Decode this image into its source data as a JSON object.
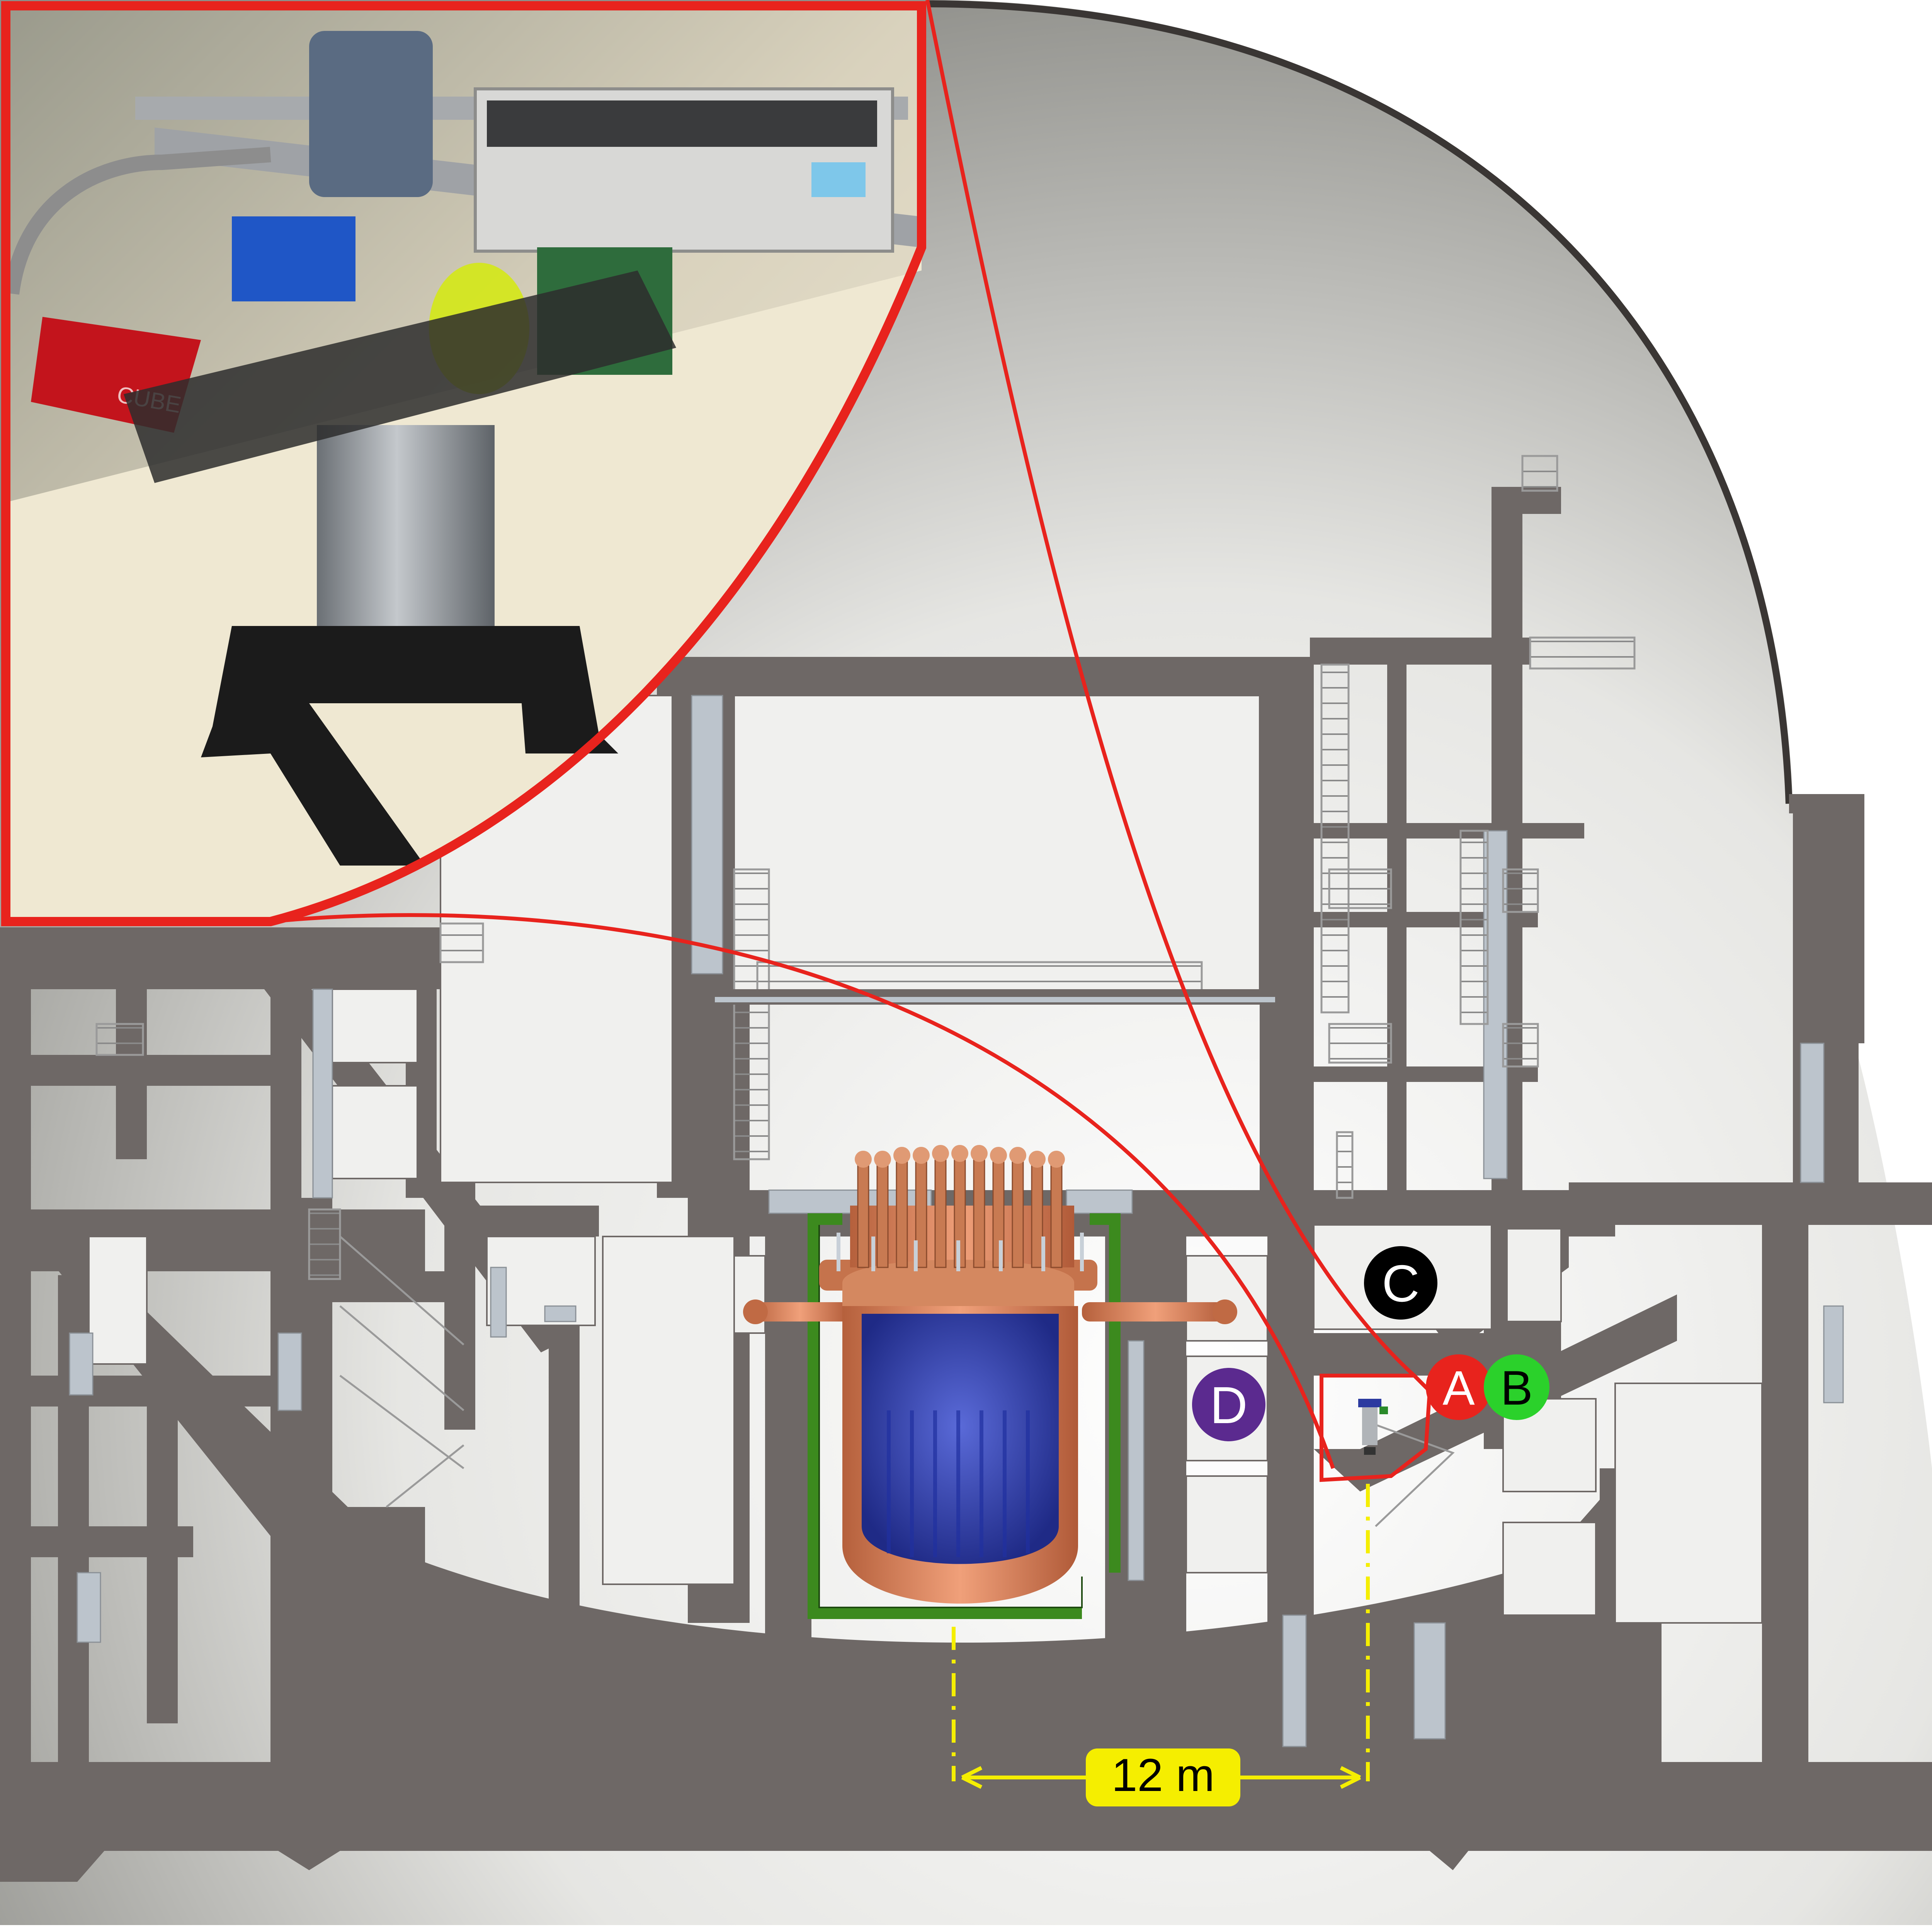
{
  "markers": {
    "a": {
      "label": "A",
      "color": "#e8231d"
    },
    "b": {
      "label": "B",
      "color": "#2bd12b"
    },
    "c": {
      "label": "C",
      "color": "#000000"
    },
    "d": {
      "label": "D",
      "color": "#5b2a8f"
    }
  },
  "scale_bar": {
    "label": "12 m",
    "color": "#f5ee00"
  },
  "inset_photo": {
    "lettering": [
      "CUBE"
    ]
  },
  "colors": {
    "wall": "#6e6866",
    "room": "#f0f0ee",
    "dome_fill": "#d9d9d6",
    "callout": "#e8231d",
    "vessel_copper": "#d98a60",
    "vessel_core": "#3340a8",
    "containment_green": "#3c8a1e",
    "light_gray_panel": "#bcc4cc"
  }
}
